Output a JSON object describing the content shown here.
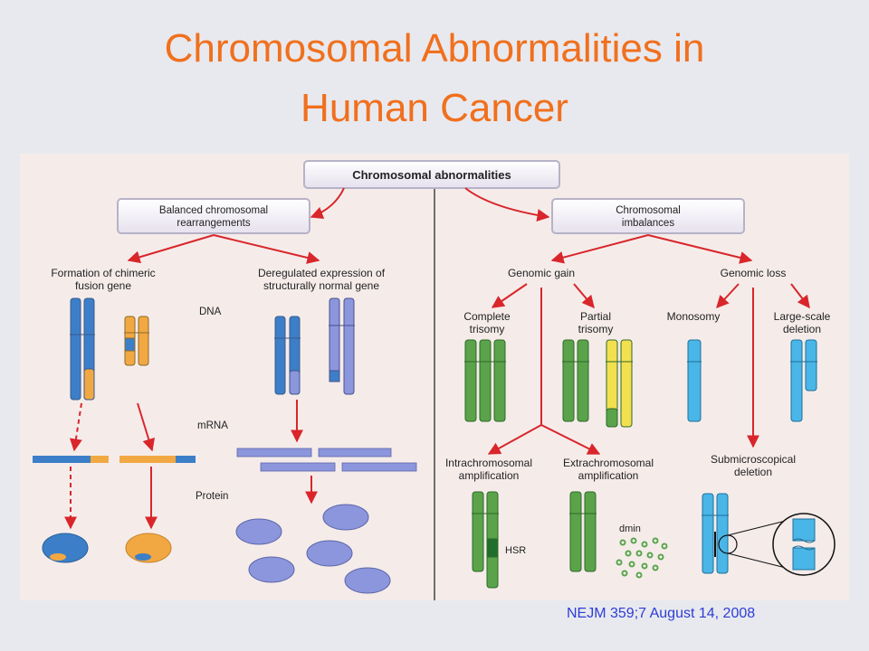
{
  "title_line1": "Chromosomal Abnormalities in",
  "title_line2": "Human Cancer",
  "citation": "NEJM 359;7 August 14, 2008",
  "diagram": {
    "root": "Chromosomal abnormalities",
    "balanced_l1": "Balanced chromosomal",
    "balanced_l2": "rearrangements",
    "imbalance_l1": "Chromosomal",
    "imbalance_l2": "imbalances",
    "chimeric_l1": "Formation of chimeric",
    "chimeric_l2": "fusion gene",
    "dereg_l1": "Deregulated expression of",
    "dereg_l2": "structurally normal gene",
    "dna": "DNA",
    "mrna": "mRNA",
    "protein": "Protein",
    "gain": "Genomic gain",
    "loss": "Genomic loss",
    "complete_l1": "Complete",
    "complete_l2": "trisomy",
    "partial_l1": "Partial",
    "partial_l2": "trisomy",
    "monosomy": "Monosomy",
    "large_l1": "Large-scale",
    "large_l2": "deletion",
    "intra_l1": "Intrachromosomal",
    "intra_l2": "amplification",
    "extra_l1": "Extrachromosomal",
    "extra_l2": "amplification",
    "submicro_l1": "Submicroscopical",
    "submicro_l2": "deletion",
    "hsr": "HSR",
    "dmin": "dmin"
  },
  "colors": {
    "title": "#f0701e",
    "citation": "#2c3dd6",
    "panel_bg": "#f5ecea",
    "arrow": "#d9262b",
    "blue": "#3c7fc8",
    "orange": "#f2a842",
    "lavender": "#8c96dc",
    "green": "#5aa34a",
    "yellow": "#f3e04e",
    "cyan": "#4ab6e8"
  }
}
